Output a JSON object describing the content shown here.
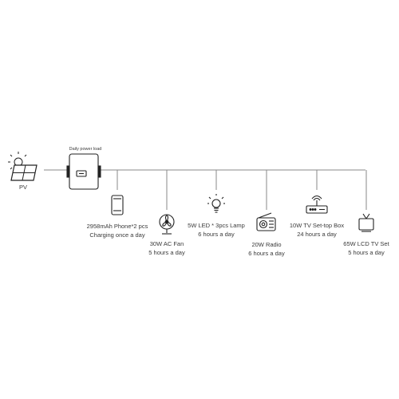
{
  "pv": {
    "label": "PV",
    "icon": "solar-panel-sun-icon"
  },
  "inverter": {
    "caption": "Daily power load",
    "icon": "inverter-icon"
  },
  "loads": [
    {
      "id": "phone",
      "line1": "2958mAh Phone*2 pcs",
      "line2": "Charging once a day",
      "icon": "smartphone-icon"
    },
    {
      "id": "fan",
      "line1": "30W AC Fan",
      "line2": "5 hours a day",
      "icon": "desk-fan-icon"
    },
    {
      "id": "lamp",
      "line1": "5W LED * 3pcs Lamp",
      "line2": "6 hours a day",
      "icon": "light-bulb-icon"
    },
    {
      "id": "radio",
      "line1": "20W Radio",
      "line2": "6 hours a day",
      "icon": "radio-icon"
    },
    {
      "id": "stb",
      "line1": "10W TV Set-top Box",
      "line2": "24 hours a day",
      "icon": "set-top-box-icon"
    },
    {
      "id": "tv",
      "line1": "65W LCD TV Set",
      "line2": "5 hours a day",
      "icon": "tv-icon"
    }
  ],
  "colors": {
    "line": "#7a7a7a",
    "stroke": "#222222",
    "text": "#3a3a3a"
  }
}
